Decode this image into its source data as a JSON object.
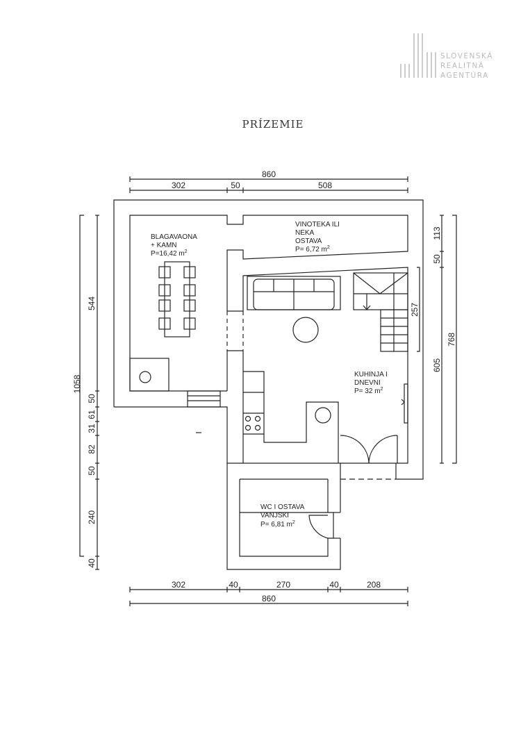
{
  "logo": {
    "lines": [
      "SLOVENSKÁ",
      "REALITNÁ",
      "AGENTÚRA"
    ]
  },
  "title": "PRÍZEMIE",
  "rooms": [
    {
      "name1": "BLAGAVAONA",
      "name2": "+ KAMN",
      "area": "P=16,42 m",
      "sup": "2"
    },
    {
      "name1": "VINOTEKA ILI",
      "name2": "NEKA",
      "name3": "OSTAVA",
      "area": "P= 6,72 m",
      "sup": "2"
    },
    {
      "name1": "KUHINJA I",
      "name2": "DNEVNI",
      "area": "P= 32 m",
      "sup": "2"
    },
    {
      "name1": "WC I OSTAVA",
      "name2": "VANJSKI",
      "area": "P= 6,81 m",
      "sup": "2"
    }
  ],
  "dims": {
    "top_total": "860",
    "top": [
      "302",
      "50",
      "508"
    ],
    "bottom": [
      "302",
      "40",
      "270",
      "40",
      "208"
    ],
    "bottom_total": "860",
    "left_total": "1058",
    "left": [
      "544",
      "50",
      "61",
      "31",
      "82",
      "50",
      "240",
      "40"
    ],
    "right": [
      "113",
      "50",
      "605"
    ],
    "right_total": "768",
    "stairs": "257"
  }
}
